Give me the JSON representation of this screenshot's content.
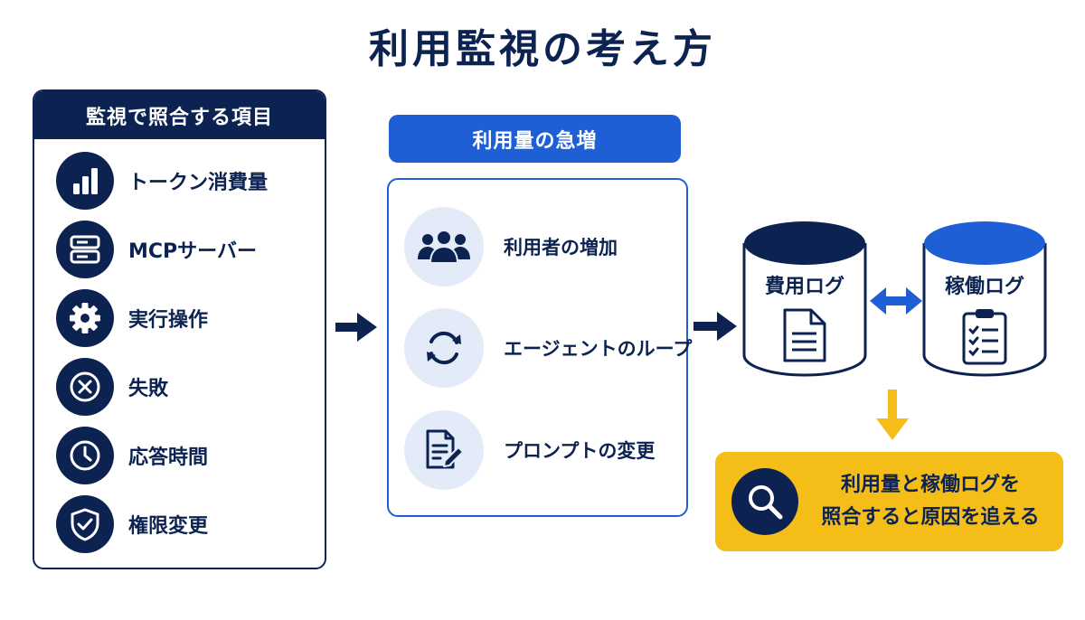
{
  "title": "利用監視の考え方",
  "left_panel": {
    "header": "監視で照合する項目",
    "items": [
      {
        "label": "トークン消費量",
        "icon": "bar-chart-icon"
      },
      {
        "label": "MCPサーバー",
        "icon": "server-icon"
      },
      {
        "label": "実行操作",
        "icon": "gear-icon"
      },
      {
        "label": "失敗",
        "icon": "x-circle-icon"
      },
      {
        "label": "応答時間",
        "icon": "clock-icon"
      },
      {
        "label": "権限変更",
        "icon": "shield-check-icon"
      }
    ]
  },
  "middle_panel": {
    "header": "利用量の急増",
    "items": [
      {
        "label": "利用者の増加",
        "icon": "users-icon"
      },
      {
        "label": "エージェントのループ",
        "icon": "refresh-icon"
      },
      {
        "label": "プロンプトの変更",
        "icon": "document-edit-icon"
      }
    ]
  },
  "databases": {
    "cost_log": {
      "label": "費用ログ",
      "icon": "document-icon"
    },
    "operation_log": {
      "label": "稼働ログ",
      "icon": "clipboard-checklist-icon"
    }
  },
  "result": {
    "line1": "利用量と稼働ログを",
    "line2": "照合すると原因を追える",
    "icon": "search-icon"
  },
  "colors": {
    "navy": "#0c2352",
    "blue": "#1f5fd6",
    "light_blue": "#e4ebf8",
    "yellow": "#f5bd17"
  }
}
